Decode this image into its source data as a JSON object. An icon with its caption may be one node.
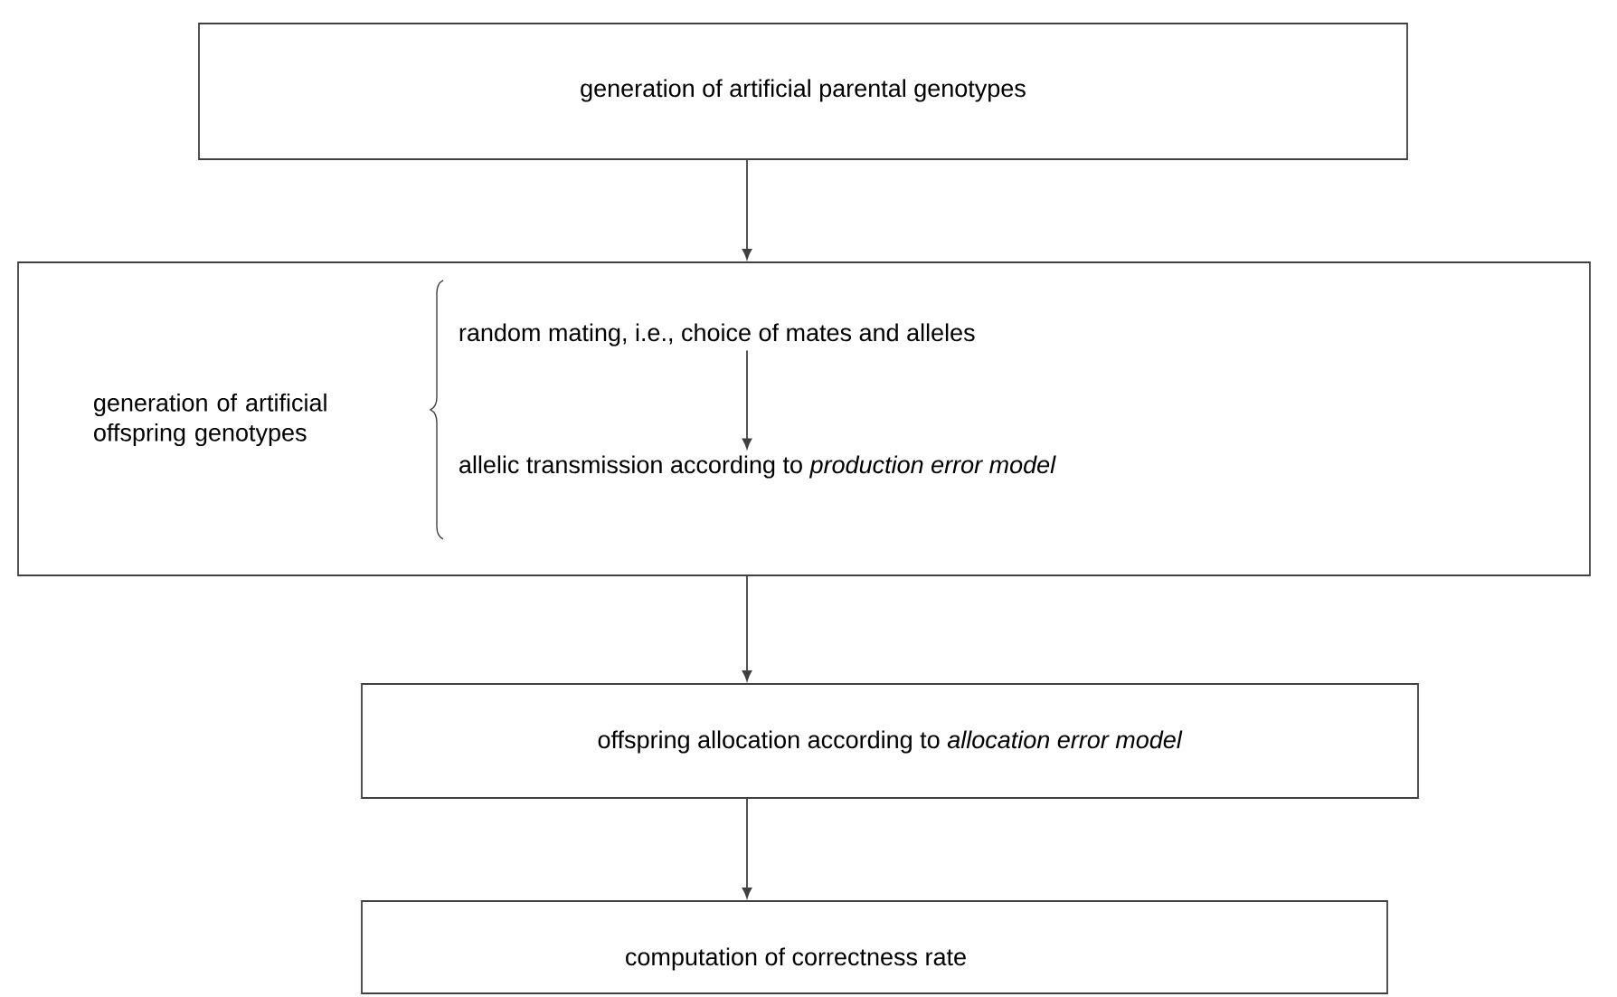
{
  "diagram": {
    "nodes": [
      {
        "text": [
          "generation of artificial parental genotypes"
        ]
      },
      {
        "text": [
          "generation of artificial offspring genotypes"
        ]
      },
      {
        "text": [
          "random mating, i.e., choice of mates and alleles"
        ],
        "in": 1
      },
      {
        "text": [
          "allelic transmission according to *production error model*"
        ],
        "in": 1
      },
      {
        "text": [
          "offspring allocation according to *allocation error model*"
        ]
      },
      {
        "text": [
          "computation of correctness rate"
        ]
      }
    ],
    "edges": [
      {
        "from": 0,
        "to": 1,
        "arrow": "to"
      },
      {
        "from": 2,
        "to": 3,
        "arrow": "to"
      },
      {
        "from": 1,
        "to": 4,
        "arrow": "to"
      },
      {
        "from": 4,
        "to": 5,
        "arrow": "to"
      }
    ]
  }
}
